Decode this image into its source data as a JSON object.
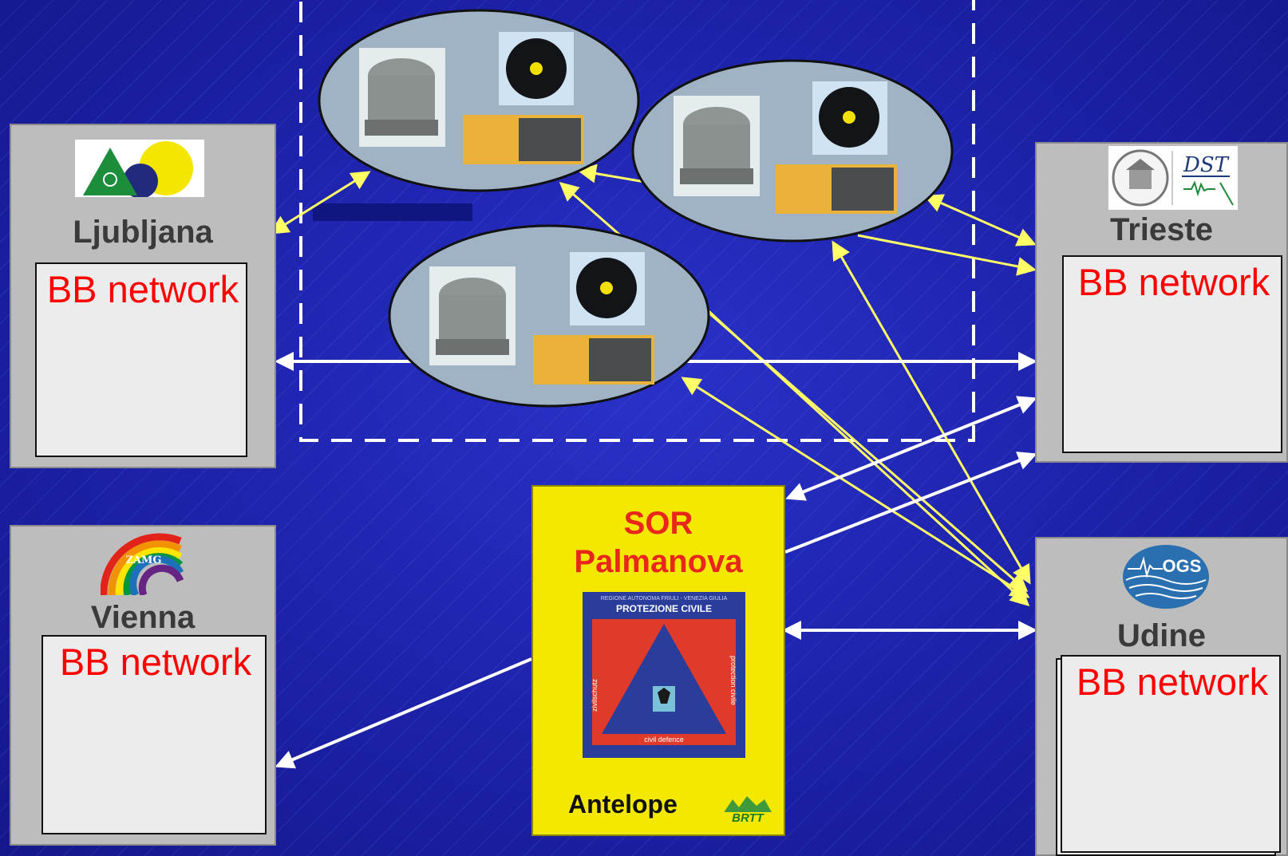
{
  "nodes": {
    "ljubljana": {
      "name": "Ljubljana",
      "network": "BB network"
    },
    "trieste": {
      "name": "Trieste",
      "network": "BB network",
      "logo_text": "DST"
    },
    "vienna": {
      "name": "Vienna",
      "network": "BB network",
      "logo_text": "ZAMG"
    },
    "udine": {
      "name": "Udine",
      "network": "BB network",
      "logo_text": "OGS"
    },
    "sor": {
      "title_line1": "SOR",
      "title_line2": "Palmanova",
      "logo_header": "REGIONE AUTONOMA FRIULI - VENEZIA GIULIA",
      "logo_title": "PROTEZIONE CIVILE",
      "logo_left": "zivilschutz",
      "logo_right": "protection civile",
      "logo_bottom": "civil defence",
      "software": "Antelope",
      "software_logo_text": "BRTT"
    }
  },
  "colors": {
    "background": "#1a1fa8",
    "panel": "#bdbdbd",
    "network_text": "#ff0000",
    "sor_panel": "#f4e800",
    "sor_title": "#e8261c",
    "station_fill": "#9fb3c4",
    "link_yellow": "#ffff66",
    "link_white": "#ffffff"
  }
}
